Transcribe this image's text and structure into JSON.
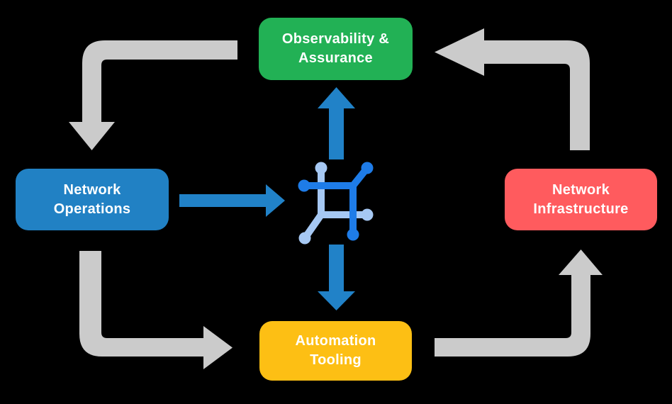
{
  "background_color": "#000000",
  "colors": {
    "arrow_gray": "#CBCBCB",
    "arrow_blue": "#2182C8",
    "icon_dark": "#1E7CE8",
    "icon_light": "#A6C8F3",
    "text": "#FFFFFF"
  },
  "nodes": [
    {
      "id": "observability-assurance",
      "lines": [
        "Observability &",
        "Assurance"
      ],
      "color": "#22B155"
    },
    {
      "id": "network-operations",
      "lines": [
        "Network",
        "Operations"
      ],
      "color": "#2181C4"
    },
    {
      "id": "network-infrastructure",
      "lines": [
        "Network",
        "Infrastructure"
      ],
      "color": "#FF5B5E"
    },
    {
      "id": "automation-tooling",
      "lines": [
        "Automation",
        "Tooling"
      ],
      "color": "#FDBF14"
    }
  ],
  "center_icon": {
    "name": "network-platform-icon"
  },
  "flows": {
    "gray_cycle": [
      {
        "from": "Observability & Assurance",
        "to": "Network Operations"
      },
      {
        "from": "Network Operations",
        "to": "Automation Tooling"
      },
      {
        "from": "Automation Tooling",
        "to": "Network Infrastructure"
      },
      {
        "from": "Network Infrastructure",
        "to": "Observability & Assurance"
      }
    ],
    "blue_arrows": [
      {
        "from": "Network Operations",
        "to": "network-platform-icon"
      },
      {
        "from": "network-platform-icon",
        "to": "Observability & Assurance"
      },
      {
        "from": "network-platform-icon",
        "to": "Automation Tooling"
      }
    ]
  }
}
